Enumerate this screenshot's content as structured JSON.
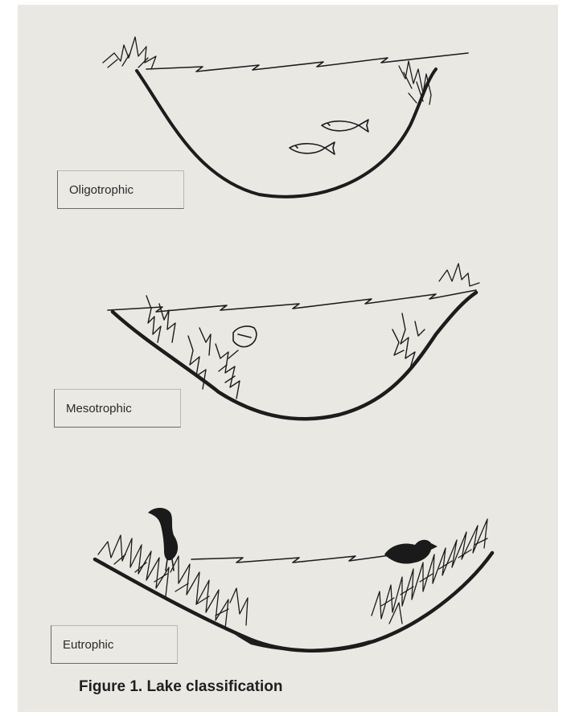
{
  "figure": {
    "caption": "Figure 1. Lake classification",
    "panels": [
      {
        "label": "Oligotrophic"
      },
      {
        "label": "Mesotrophic"
      },
      {
        "label": "Eutrophic"
      }
    ]
  },
  "colors": {
    "paper": "#e9e8e3",
    "ink": "#1c1c1c"
  }
}
